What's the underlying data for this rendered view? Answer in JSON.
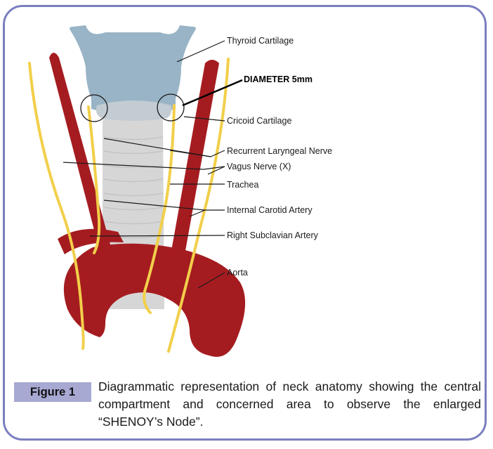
{
  "figure": {
    "badge": "Figure 1",
    "caption": "Diagrammatic representation of neck anatomy showing the central compartment and concerned area to observe the enlarged “SHENOY’s Node”."
  },
  "labels": {
    "thyroid_cartilage": "Thyroid Cartilage",
    "diameter": "DIAMETER 5mm",
    "cricoid_cartilage": "Cricoid Cartilage",
    "recurrent_laryngeal_nerve": "Recurrent Laryngeal Nerve",
    "vagus_nerve": "Vagus Nerve (X)",
    "trachea": "Trachea",
    "internal_carotid_artery": "Internal Carotid Artery",
    "right_subclavian_artery": "Right Subclavian Artery",
    "aorta": "Aorta"
  },
  "colors": {
    "frame": "#7b7fbf",
    "badge": "#a7a9d3",
    "cartilage": "#98b4c6",
    "cricoid": "#c3ccd3",
    "trachea": "#d6d6d6",
    "artery": "#a51c20",
    "nerve": "#f2cf4a"
  }
}
